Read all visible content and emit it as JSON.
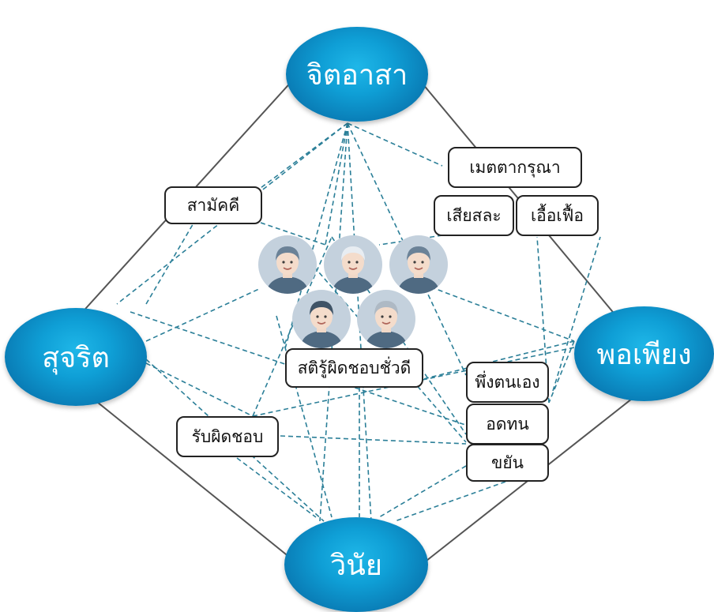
{
  "nodes": {
    "top": "จิตอาสา",
    "left": "สุจริต",
    "right": "พอเพียง",
    "bottom": "วินัย"
  },
  "labels": {
    "metta": "เมตตากรุณา",
    "samakkhi": "สามัคคี",
    "sialasala": "เสียสละ",
    "euafuea": "เอื้อเฟื้อ",
    "center": "สติรู้ผิดชอบชั่วดี",
    "rapphitchop": "รับผิดชอบ",
    "phuengton": "พึ่งตนเอง",
    "otthon": "อดทน",
    "khayan": "ขยัน"
  },
  "avatars": [
    {
      "name": "woman-avatar",
      "hair": "#6b8297"
    },
    {
      "name": "elder-woman-avatar",
      "hair": "#e8edf2"
    },
    {
      "name": "woman-short-hair-avatar",
      "hair": "#6b8297"
    },
    {
      "name": "boy-avatar",
      "hair": "#3f5366"
    },
    {
      "name": "elder-man-avatar",
      "hair": "#aeb9c4"
    }
  ],
  "colors": {
    "node_fill": "#0a8fc8",
    "solid_line": "#555555",
    "dashed_line": "#2b7f98",
    "avatar_bg": "#c4d1dd"
  }
}
